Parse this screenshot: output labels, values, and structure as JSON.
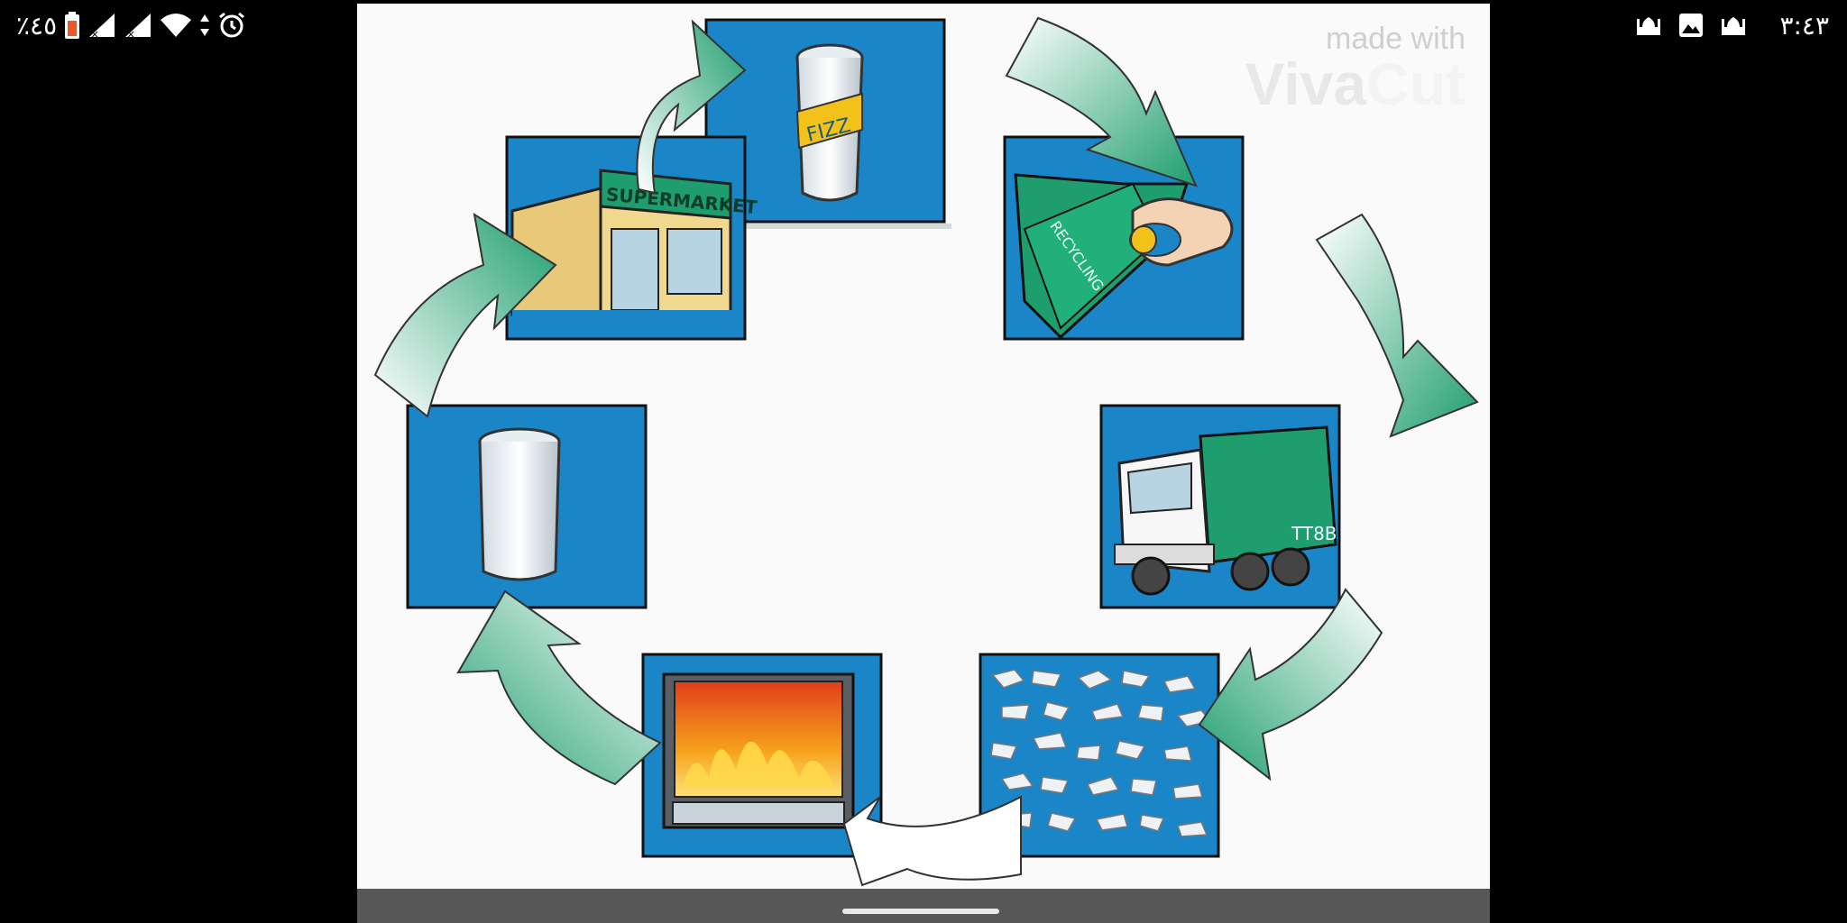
{
  "status_bar": {
    "battery_text": "٪٤٥",
    "time": "٣:٤٣",
    "icons": [
      "battery-icon",
      "signal-icon",
      "signal-icon",
      "wifi-icon",
      "data-arrows-icon",
      "alarm-icon",
      "mosque-icon",
      "image-icon",
      "mosque-icon"
    ]
  },
  "watermark": {
    "line1": "made with",
    "line2_a": "Viva",
    "line2_b": "Cut"
  },
  "diagram": {
    "stages": [
      "can",
      "recycling-bin",
      "collection-truck",
      "shredded-aluminum",
      "furnace",
      "blank-can",
      "supermarket"
    ],
    "supermarket_sign": "SUPERMARKET",
    "can_label": "FIZZ",
    "bin_label": "RECYCLING",
    "truck_plate": "TT8B"
  },
  "colors": {
    "panel_blue": "#1a86c8",
    "arrow_green": "#1e9e6e",
    "background": "#fafafa"
  }
}
